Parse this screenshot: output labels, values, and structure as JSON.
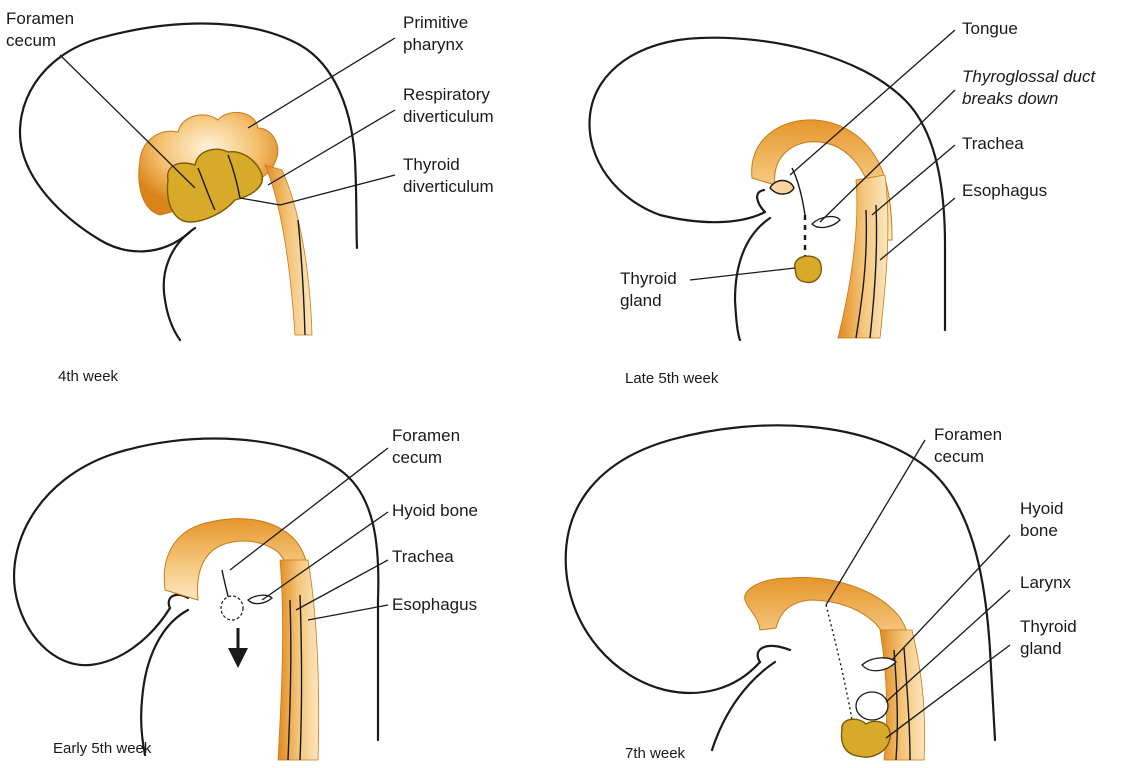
{
  "colors": {
    "tube_light": "#fbe3b3",
    "tube_mid": "#f2b45e",
    "tube_dark": "#e08a1e",
    "thyroid": "#d8aa2a",
    "thyroid_dark": "#8a6410",
    "line": "#1a1a1a"
  },
  "panels": {
    "week4": {
      "caption": "4th week",
      "labels": {
        "foramen_cecum": "Foramen\ncecum",
        "primitive_pharynx": "Primitive\npharynx",
        "respiratory_diverticulum": "Respiratory\ndiverticulum",
        "thyroid_diverticulum": "Thyroid\ndiverticulum"
      }
    },
    "late5": {
      "caption": "Late 5th week",
      "labels": {
        "tongue": "Tongue",
        "thyroglossal_duct": "Thyroglossal duct\nbreaks down",
        "trachea": "Trachea",
        "esophagus": "Esophagus",
        "thyroid_gland": "Thyroid\ngland"
      }
    },
    "early5": {
      "caption": "Early 5th week",
      "labels": {
        "foramen_cecum": "Foramen\ncecum",
        "hyoid_bone": "Hyoid bone",
        "trachea": "Trachea",
        "esophagus": "Esophagus"
      }
    },
    "week7": {
      "caption": "7th week",
      "labels": {
        "foramen_cecum": "Foramen\ncecum",
        "hyoid_bone": "Hyoid\nbone",
        "larynx": "Larynx",
        "thyroid_gland": "Thyroid\ngland"
      }
    }
  }
}
